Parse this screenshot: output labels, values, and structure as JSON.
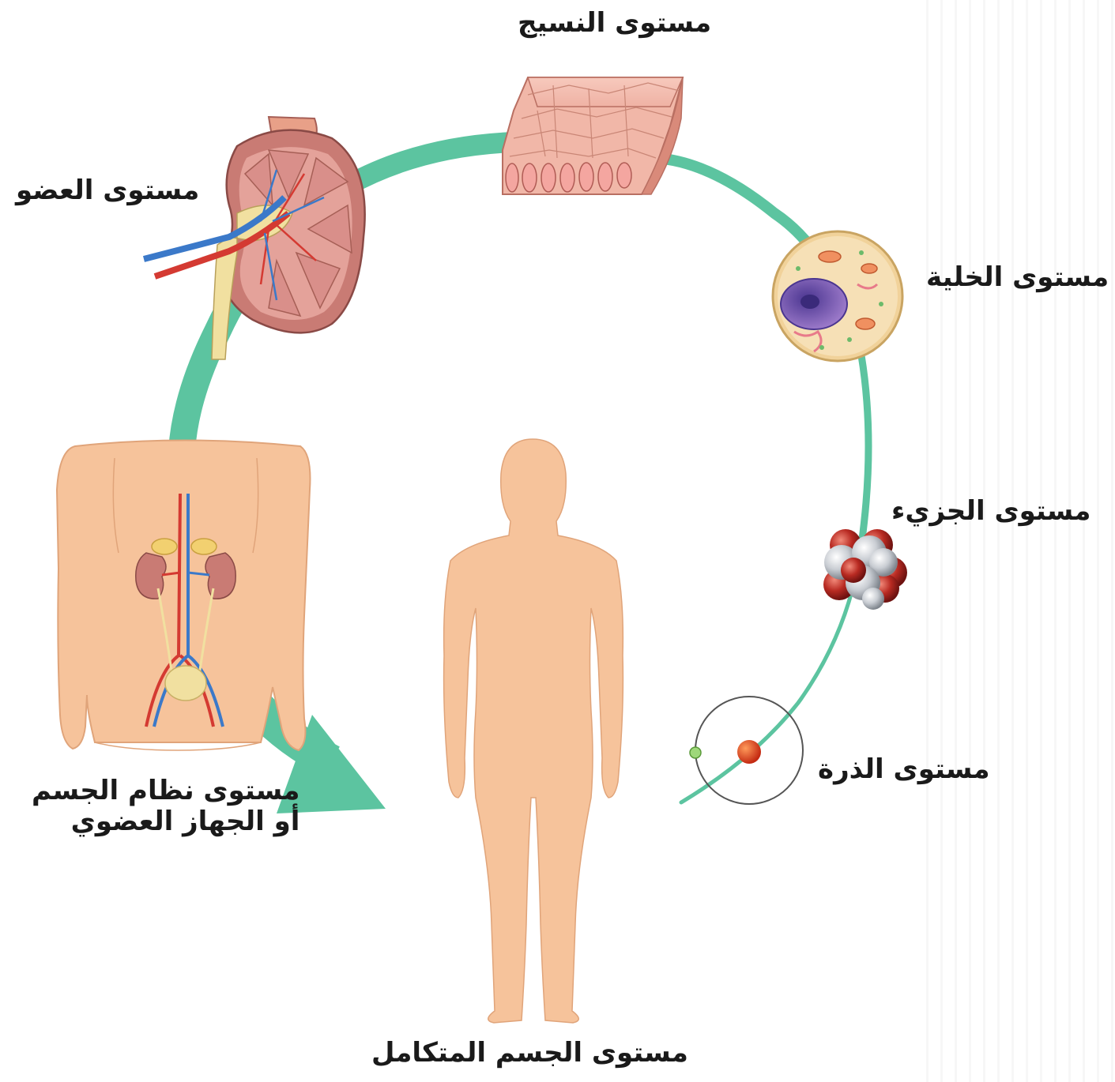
{
  "labels": {
    "tissue": "مستوى النسيج",
    "organ": "مستوى العضو",
    "cell": "مستوى الخلية",
    "molecule": "مستوى الجزيء",
    "atom": "مستوى الذرة",
    "system_line1": "مستوى نظام الجسم",
    "system_line2": "أو الجهاز العضوي",
    "organism": "مستوى الجسم المتكامل"
  },
  "colors": {
    "arrow": "#5cc4a0",
    "skin": "#f6c39b",
    "tissue": "#f3b8ab",
    "kidney": "#c97b74",
    "cell_membrane": "#f1d29a",
    "nucleus": "#8a64b8",
    "atom_red": "#d94a2a",
    "molecule_red": "#b82a22",
    "molecule_gray": "#c9cdd3"
  },
  "icons": [
    "tissue-block-icon",
    "kidney-icon",
    "cell-icon",
    "molecule-icon",
    "atom-icon",
    "torso-urinary-icon",
    "human-body-icon"
  ]
}
